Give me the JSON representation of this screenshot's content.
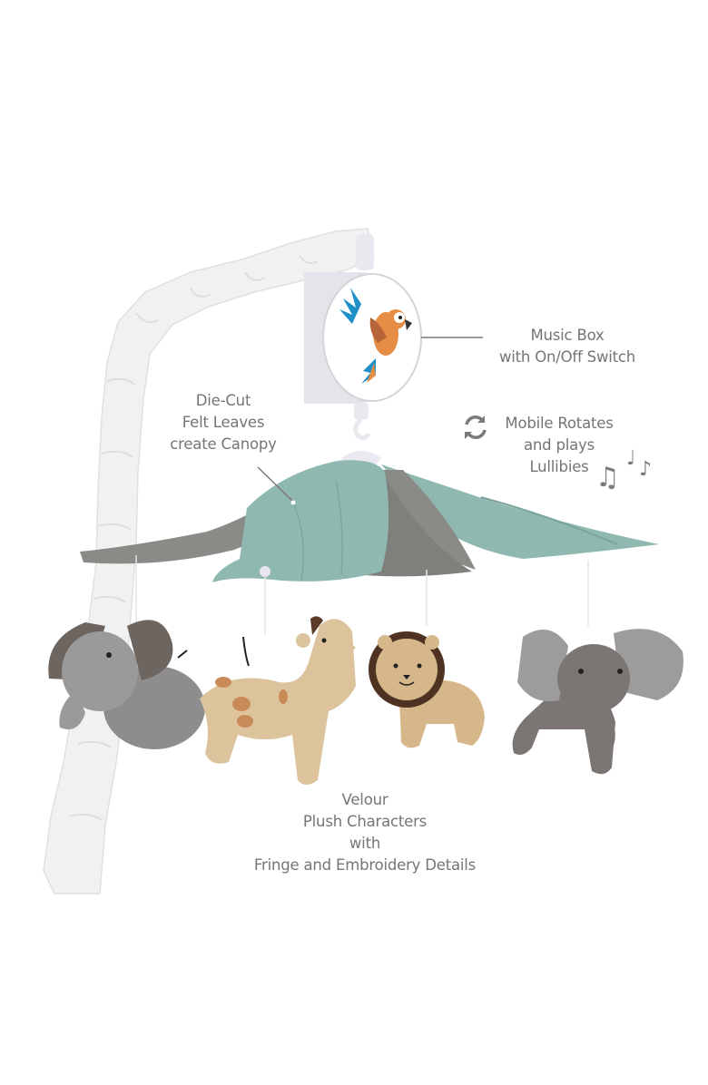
{
  "product_image": {
    "description": "Baby crib musical mobile with safari plush animals under felt leaf canopy",
    "background_color": "#ffffff"
  },
  "callouts": {
    "music_box": {
      "lines": [
        "Music Box",
        "with On/Off Switch"
      ]
    },
    "leaves": {
      "lines": [
        "Die-Cut",
        "Felt Leaves",
        "create Canopy"
      ]
    },
    "rotate": {
      "icon": "rotate-arrows-icon",
      "lines": [
        "Mobile Rotates",
        "and plays",
        "Lullibies"
      ],
      "decor_icons": [
        "beamed-notes-icon",
        "eighth-notes-icon"
      ]
    },
    "plush": {
      "lines": [
        "Velour",
        "Plush Characters",
        "with",
        "Fringe and Embroidery Details"
      ]
    }
  },
  "characters": [
    "elephant-left",
    "giraffe",
    "lion",
    "elephant-right"
  ],
  "colors": {
    "label_text": "#757575",
    "leader_line": "#7a7a7a",
    "arm_cover": "#f1f1f1",
    "music_box": "#e6e6ea",
    "leaf_teal": "#8fb8b1",
    "leaf_gray": "#8a8a86",
    "elephant_gray": "#8d8d8d",
    "elephant_ear": "#6d6560",
    "giraffe_tan": "#dcc39c",
    "giraffe_spot": "#c98a5a",
    "lion_tan": "#d6b78a",
    "lion_mane": "#4e3322",
    "parrot_blue": "#1f8fc8",
    "parrot_orange": "#e58c45"
  }
}
